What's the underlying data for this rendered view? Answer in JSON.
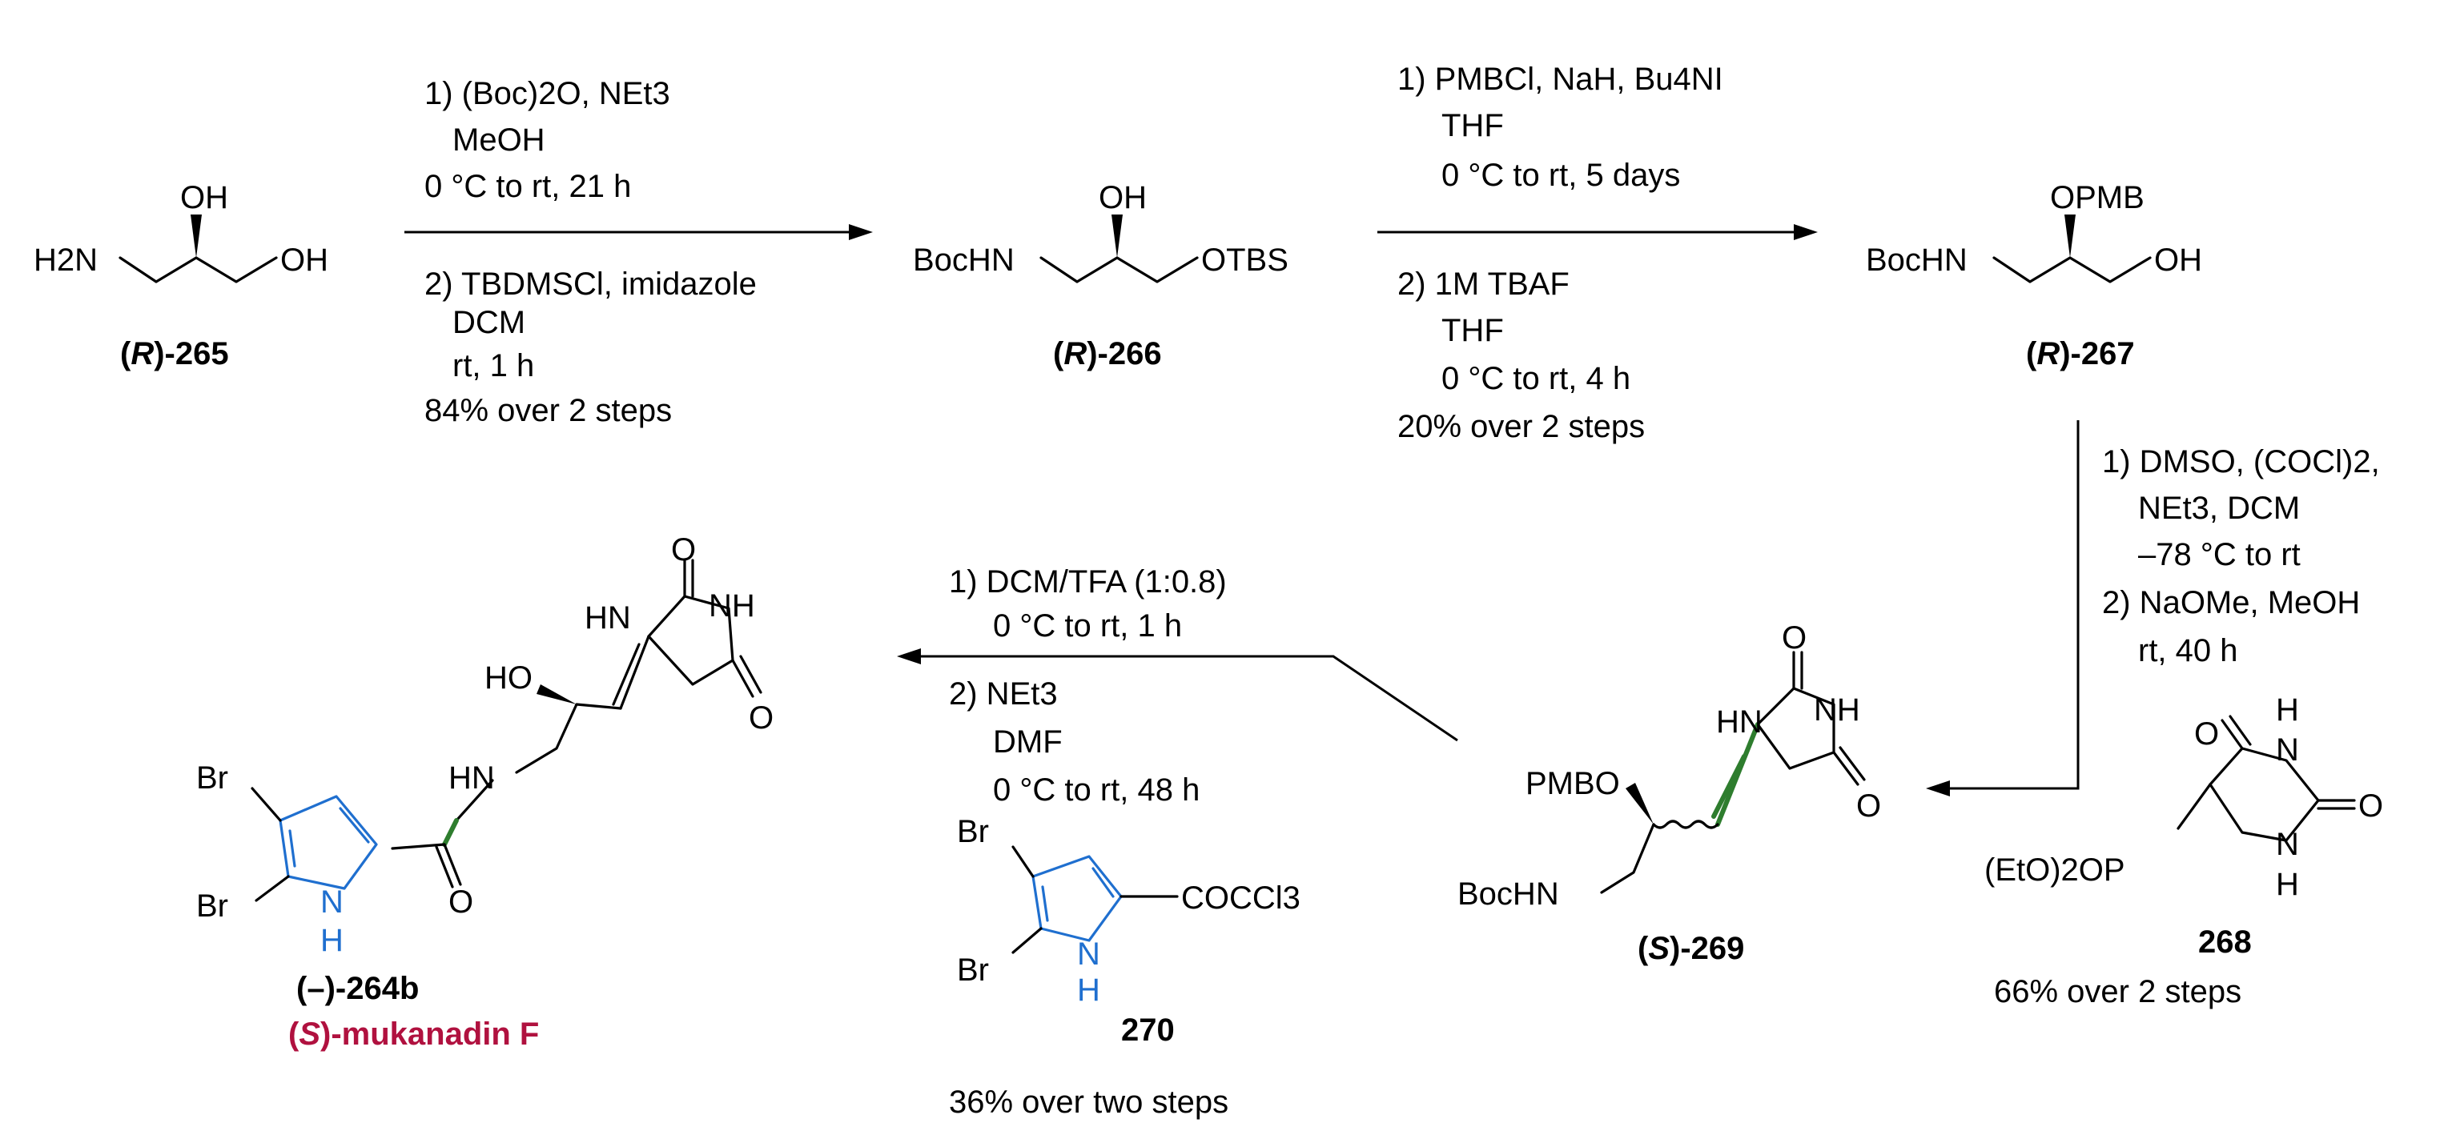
{
  "compounds": {
    "c265": {
      "prefix": "(",
      "stereo": "R",
      "suffix": ")-",
      "num": "265",
      "amine": "H2N",
      "oh_top": "OH",
      "oh_end": "OH"
    },
    "c266": {
      "prefix": "(",
      "stereo": "R",
      "suffix": ")-",
      "num": "266",
      "left": "BocHN",
      "oh_top": "OH",
      "right": "OTBS"
    },
    "c267": {
      "prefix": "(",
      "stereo": "R",
      "suffix": ")-",
      "num": "267",
      "left": "BocHN",
      "top": "OPMB",
      "right": "OH"
    },
    "c268": {
      "num": "268",
      "phos": "(EtO)2OP",
      "o1": "O",
      "o2": "O",
      "nh1": "H",
      "nh2": "H",
      "n1": "N",
      "n2": "N"
    },
    "c269": {
      "prefix": "(",
      "stereo": "S",
      "suffix": ")-",
      "num": "269",
      "pmbo": "PMBO",
      "bochn": "BocHN",
      "hn": "HN",
      "nh": "NH",
      "o1": "O",
      "o2": "O"
    },
    "c270": {
      "num": "270",
      "br1": "Br",
      "br2": "Br",
      "n": "N",
      "h": "H",
      "acyl": "COCCl3"
    },
    "c264b": {
      "label": "(–)-264b",
      "name_prefix": "(",
      "name_stereo": "S",
      "name_suffix": ")-mukanadin F",
      "br1": "Br",
      "br2": "Br",
      "n": "N",
      "h": "H",
      "hn": "HN",
      "ho": "HO",
      "hn2": "HN",
      "nh": "NH",
      "o1": "O",
      "o2": "O",
      "o3": "O"
    }
  },
  "steps": {
    "step1": {
      "l1": "1) (Boc)2O, NEt3",
      "l2": "MeOH",
      "l3": "0 °C to rt, 21 h",
      "l4": "2) TBDMSCl, imidazole",
      "l5": "DCM",
      "l6": "rt, 1 h",
      "yield": "84% over 2 steps"
    },
    "step2": {
      "l1": "1) PMBCl, NaH, Bu4NI",
      "l2": "THF",
      "l3": "0 °C to rt, 5 days",
      "l4": "2) 1M TBAF",
      "l5": "THF",
      "l6": "0 °C to rt, 4 h",
      "yield": "20% over 2 steps"
    },
    "step3": {
      "l1": "1) DMSO, (COCl)2,",
      "l2": "NEt3, DCM",
      "l3": "–78 °C to rt",
      "l4": "2) NaOMe, MeOH",
      "l5": "rt, 40 h",
      "yield": "66% over 2 steps"
    },
    "step4": {
      "l1": "1) DCM/TFA  (1:0.8)",
      "l2": "0 °C to rt, 1 h",
      "l3": "2) NEt3",
      "l4": "DMF",
      "l5": "0 °C to rt, 48 h",
      "yield": "36% over two steps"
    }
  },
  "colors": {
    "highlight_blue": "#1f6fcf",
    "highlight_green": "#2e7d2e",
    "name_red": "#b0113f"
  }
}
